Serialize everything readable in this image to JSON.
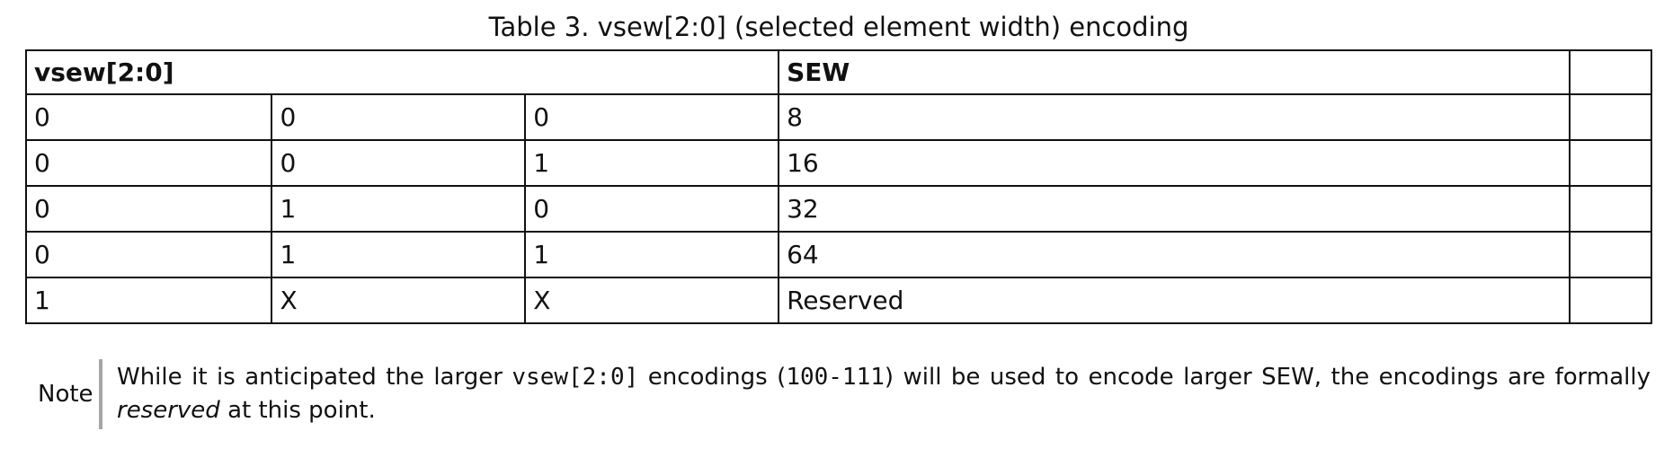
{
  "caption": "Table 3. vsew[2:0] (selected element width) encoding",
  "table": {
    "header": {
      "vsew": "vsew[2:0]",
      "sew": "SEW",
      "extra": ""
    },
    "rows": [
      {
        "b2": "0",
        "b1": "0",
        "b0": "0",
        "sew": "8",
        "extra": ""
      },
      {
        "b2": "0",
        "b1": "0",
        "b0": "1",
        "sew": "16",
        "extra": ""
      },
      {
        "b2": "0",
        "b1": "1",
        "b0": "0",
        "sew": "32",
        "extra": ""
      },
      {
        "b2": "0",
        "b1": "1",
        "b0": "1",
        "sew": "64",
        "extra": ""
      },
      {
        "b2": "1",
        "b1": "X",
        "b0": "X",
        "sew": "Reserved",
        "extra": ""
      }
    ]
  },
  "note": {
    "label": "Note",
    "text_1": "While it is anticipated the larger ",
    "code_1": "vsew[2:0]",
    "text_2": " encodings (",
    "code_2": "100-111",
    "text_3": ") will be used to encode larger SEW, the encodings are formally ",
    "emphasis": "reserved",
    "text_4": " at this point."
  }
}
